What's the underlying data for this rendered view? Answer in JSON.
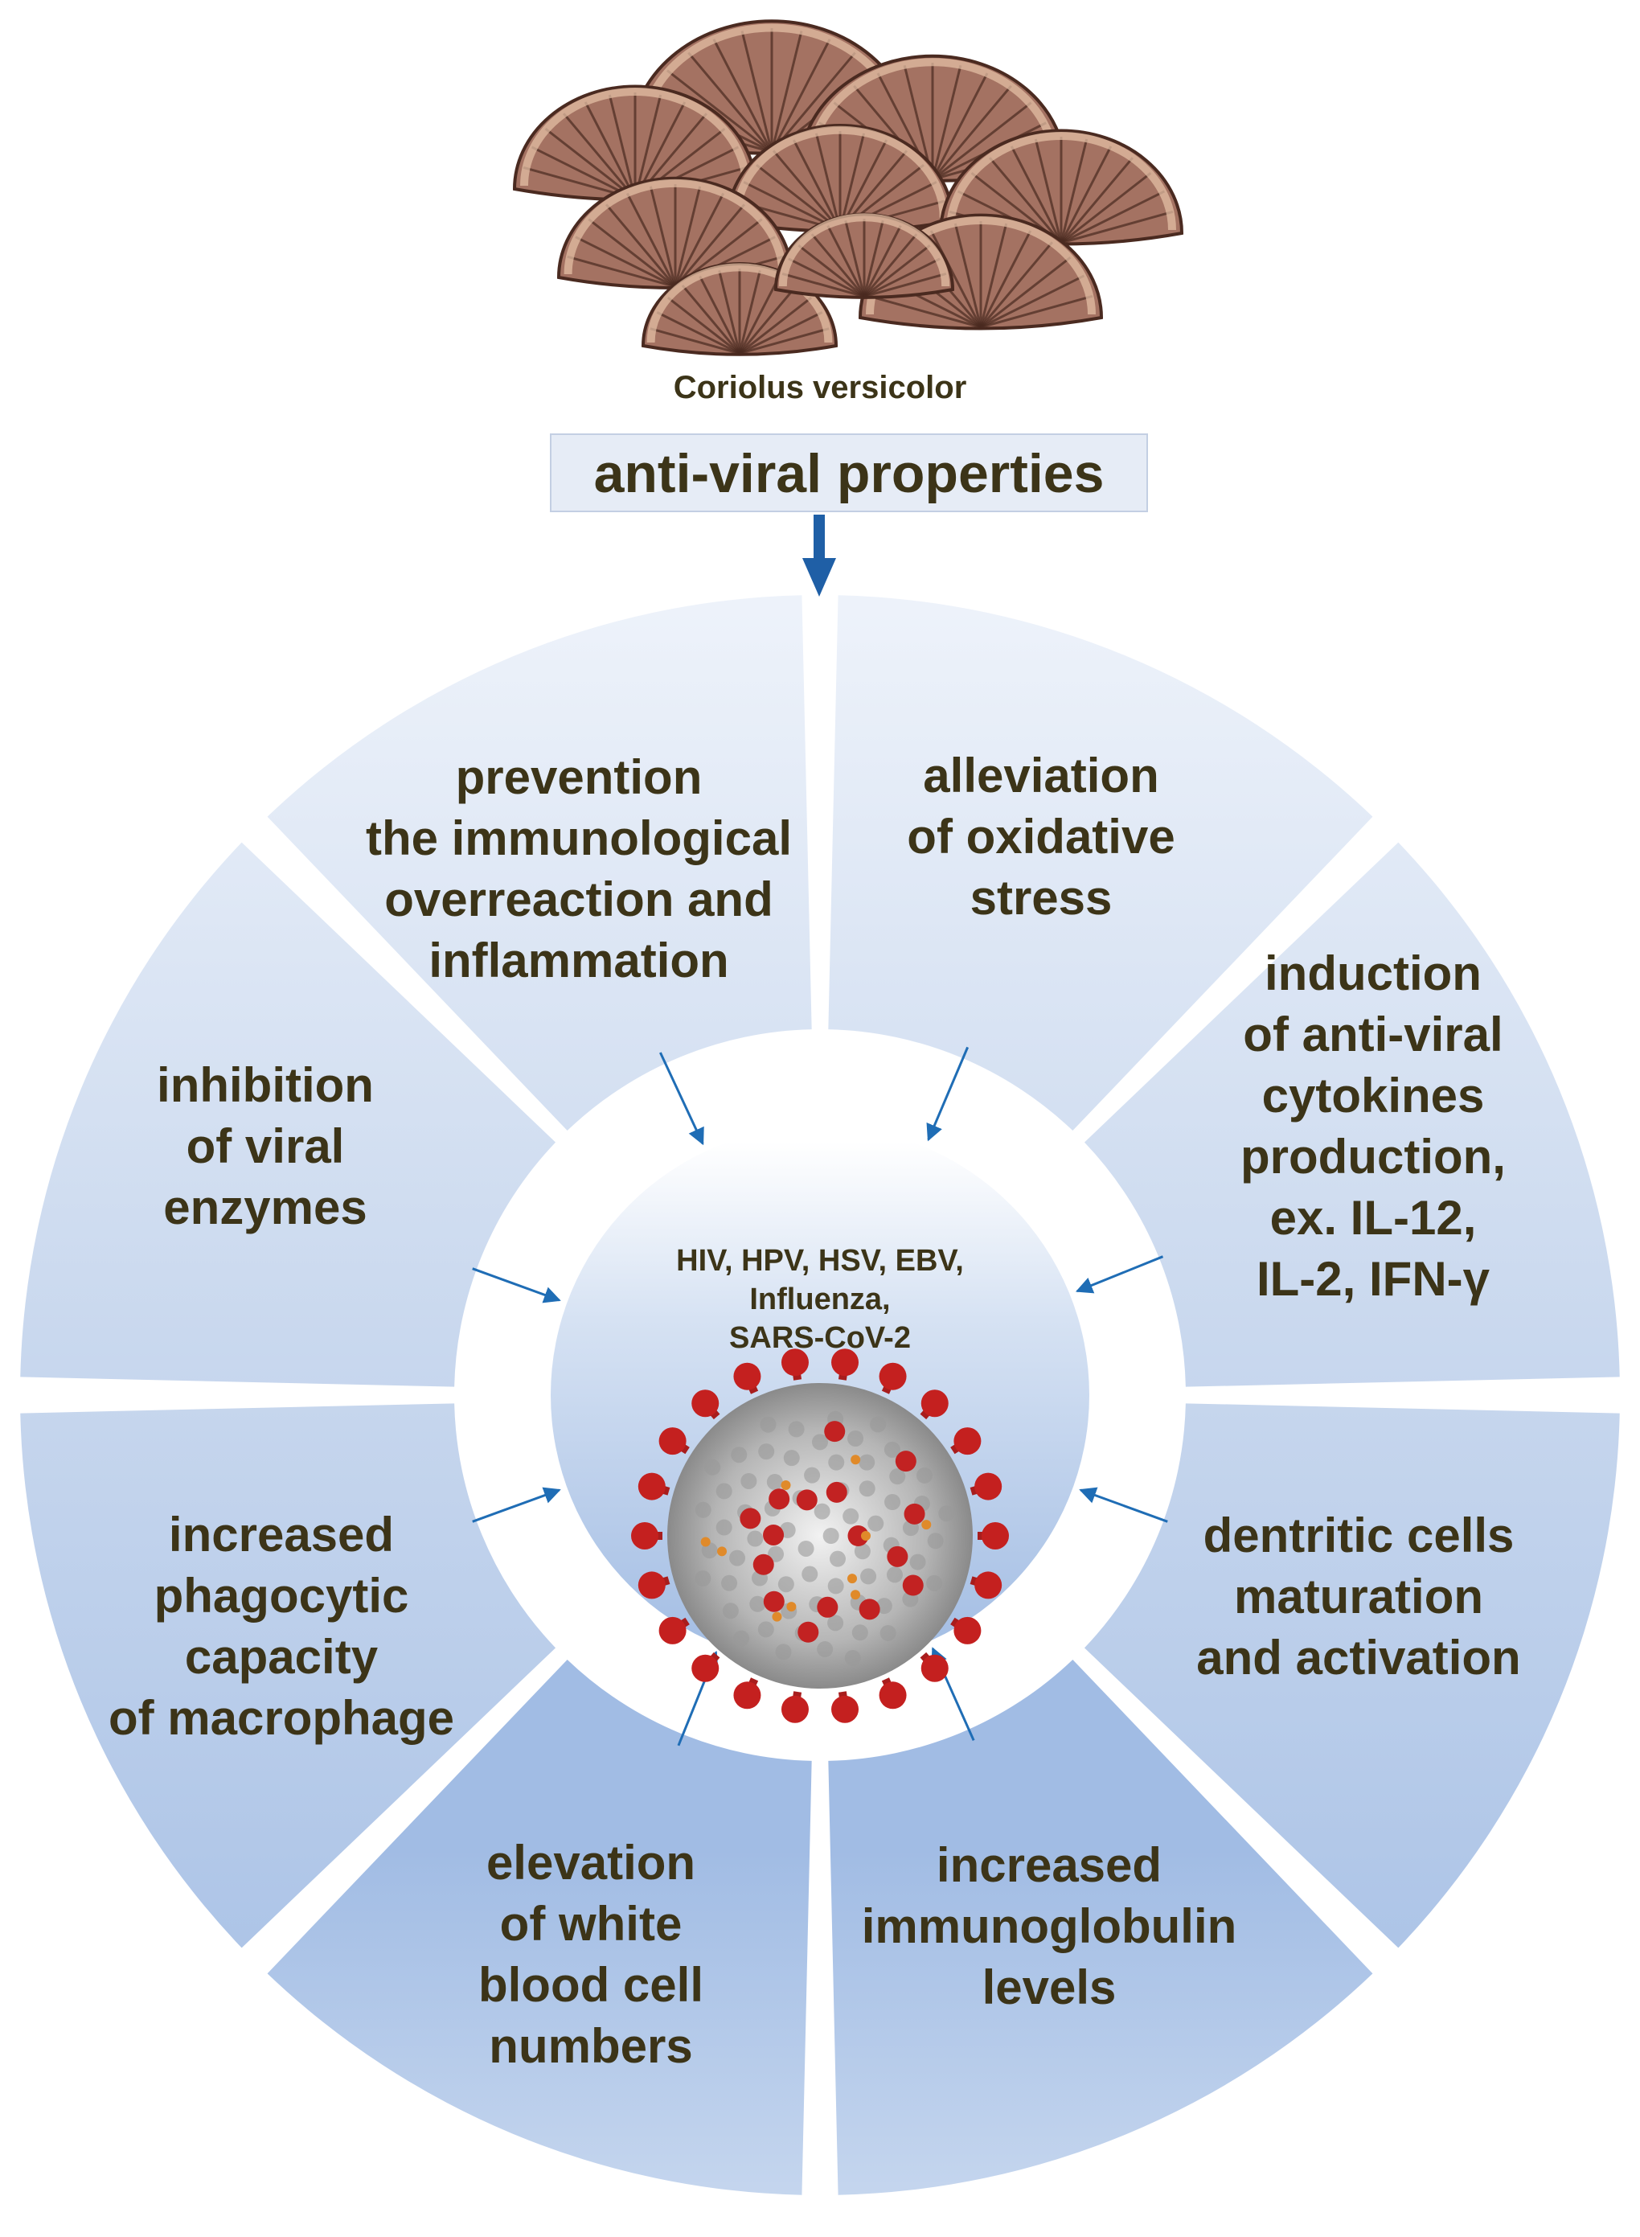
{
  "organism": {
    "name": "Coriolus versicolor"
  },
  "header": {
    "title": "anti-viral properties"
  },
  "center": {
    "virus_lines": [
      "HIV, HPV, HSV, EBV,",
      "Influenza,",
      "SARS-CoV-2"
    ],
    "virus_image": "coronavirus-icon"
  },
  "segments": [
    {
      "id": "oxidative-stress",
      "lines": [
        "alleviation",
        "of oxidative",
        "stress"
      ]
    },
    {
      "id": "antiviral-cytokines",
      "lines": [
        "induction",
        "of anti-viral",
        "cytokines",
        "production,",
        "ex. IL-12,",
        "IL-2, IFN-γ"
      ]
    },
    {
      "id": "dendritic-cells",
      "lines": [
        "dentritic cells",
        "maturation",
        "and activation"
      ]
    },
    {
      "id": "immunoglobulin",
      "lines": [
        "increased",
        "immunoglobulin",
        "levels"
      ]
    },
    {
      "id": "white-blood-cells",
      "lines": [
        "elevation",
        "of white",
        "blood cell",
        "numbers"
      ]
    },
    {
      "id": "phagocytic-capacity",
      "lines": [
        "increased",
        "phagocytic",
        "capacity",
        "of macrophage"
      ]
    },
    {
      "id": "viral-enzymes",
      "lines": [
        "inhibition",
        "of viral",
        "enzymes"
      ]
    },
    {
      "id": "immunological-overreaction",
      "lines": [
        "prevention",
        "the immunological",
        "overreaction and",
        "inflammation"
      ]
    }
  ],
  "colors": {
    "text": "#3c3418",
    "arrow": "#1f6db5",
    "segment_light": "#e9eff9",
    "segment_dark": "#a3bde3",
    "header_box": "#e6ecf6",
    "mushroom": "#a47262",
    "mushroom_dark": "#4a2a20"
  }
}
